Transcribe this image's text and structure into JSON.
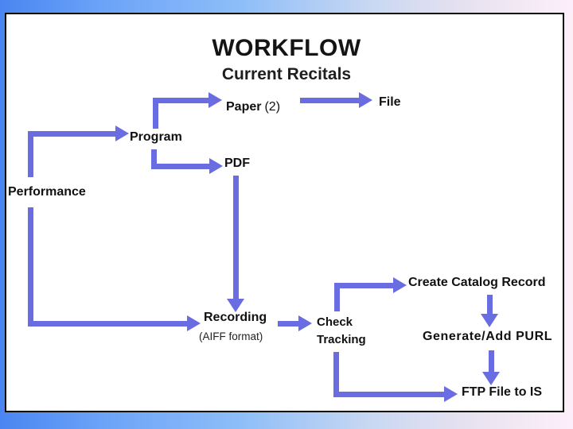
{
  "slide": {
    "title": "WORKFLOW",
    "subtitle": "Current Recitals"
  },
  "diagram": {
    "nodes": {
      "paper": {
        "label": "Paper",
        "suffix": "(2)"
      },
      "file": {
        "label": "File"
      },
      "program": {
        "label": "Program"
      },
      "performance": {
        "label": "Performance"
      },
      "pdf": {
        "label": "PDF"
      },
      "recording": {
        "label": "Recording",
        "sublabel": "(AIFF format)"
      },
      "check_tracking": {
        "line1": "Check",
        "line2": "Tracking"
      },
      "create_catalog": {
        "label": "Create Catalog Record"
      },
      "generate_purl": {
        "label": "Generate/Add PURL"
      },
      "ftp": {
        "label": "FTP File to IS"
      }
    },
    "edges": [
      {
        "from": "Performance",
        "to": "Program"
      },
      {
        "from": "Program",
        "to": "Paper (2)"
      },
      {
        "from": "Paper (2)",
        "to": "File"
      },
      {
        "from": "Program",
        "to": "PDF"
      },
      {
        "from": "PDF",
        "to": "Recording"
      },
      {
        "from": "Performance",
        "to": "Recording"
      },
      {
        "from": "Recording",
        "to": "Check Tracking"
      },
      {
        "from": "Check Tracking",
        "to": "Create Catalog Record"
      },
      {
        "from": "Create Catalog Record",
        "to": "Generate/Add PURL"
      },
      {
        "from": "Generate/Add PURL",
        "to": "FTP File to IS"
      },
      {
        "from": "Check Tracking",
        "to": "FTP File to IS"
      }
    ]
  },
  "colors": {
    "arrow": "#6a6ce2",
    "frame_left": "#4a86f2",
    "frame_right": "#fdeffa",
    "border": "#0a0a0a"
  }
}
